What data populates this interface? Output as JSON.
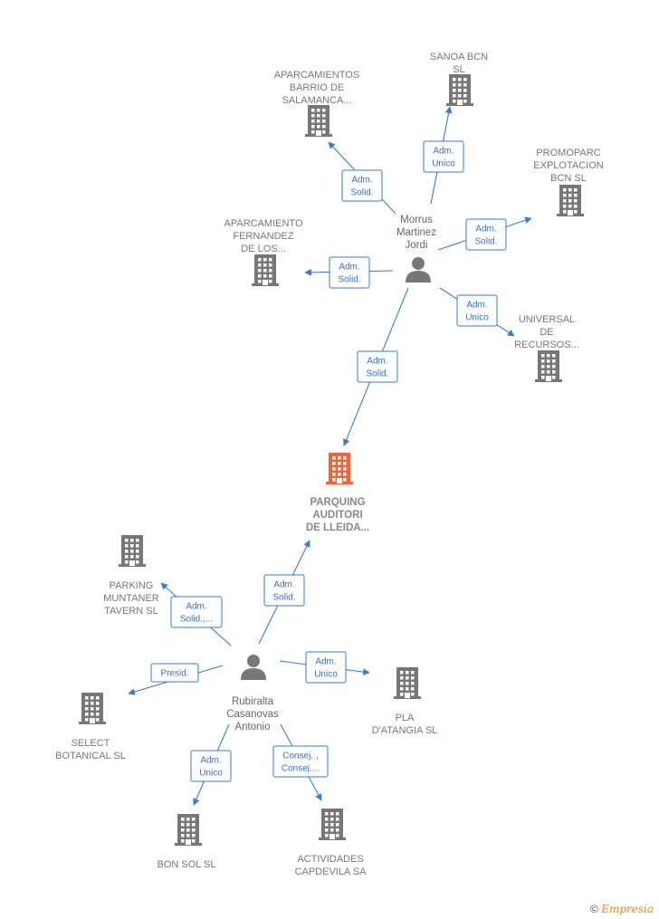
{
  "colors": {
    "edge": "#3a7bd5",
    "building": "#777777",
    "focus_building": "#f0643a",
    "person": "#777777"
  },
  "focus": {
    "name": "focus-company",
    "icon": "building-icon",
    "lines": [
      "PARQUING",
      "AUDITORI",
      "DE LLEIDA..."
    ]
  },
  "persons": [
    {
      "name": "person-morrus",
      "icon": "person-icon",
      "lines": [
        "Morrus",
        "Martinez",
        "Jordi"
      ]
    },
    {
      "name": "person-rubiralta",
      "icon": "person-icon",
      "lines": [
        "Rubiralta",
        "Casanovas",
        "Antonio"
      ]
    }
  ],
  "companies": [
    {
      "name": "company-sanoa",
      "icon": "building-icon",
      "lines": [
        "SANOA BCN",
        "SL"
      ]
    },
    {
      "name": "company-aparcamientos-barrio",
      "icon": "building-icon",
      "lines": [
        "APARCAMIENTOS",
        "BARRIO DE",
        "SALAMANCA..."
      ]
    },
    {
      "name": "company-promoparc",
      "icon": "building-icon",
      "lines": [
        "PROMOPARC",
        "EXPLOTACION",
        "BCN  SL"
      ]
    },
    {
      "name": "company-aparcamiento-fernandez",
      "icon": "building-icon",
      "lines": [
        "APARCAMIENTO",
        "FERNANDEZ",
        "DE LOS..."
      ]
    },
    {
      "name": "company-universal",
      "icon": "building-icon",
      "lines": [
        "UNIVERSAL",
        "DE",
        "RECURSOS..."
      ]
    },
    {
      "name": "company-parking-muntaner",
      "icon": "building-icon",
      "lines": [
        "PARKING",
        "MUNTANER",
        "TAVERN  SL"
      ]
    },
    {
      "name": "company-select-botanical",
      "icon": "building-icon",
      "lines": [
        "SELECT",
        "BOTANICAL SL"
      ]
    },
    {
      "name": "company-pla-atangia",
      "icon": "building-icon",
      "lines": [
        "PLA",
        "D'ATANGIA SL"
      ]
    },
    {
      "name": "company-bon-sol",
      "icon": "building-icon",
      "lines": [
        "BON SOL  SL"
      ]
    },
    {
      "name": "company-actividades-capdevila",
      "icon": "building-icon",
      "lines": [
        "ACTIVIDADES",
        "CAPDEVILA SA"
      ]
    }
  ],
  "edges": [
    {
      "name": "edge-morrus-sanoa",
      "lines": [
        "Adm.",
        "Unico"
      ]
    },
    {
      "name": "edge-morrus-aparcamientos-barrio",
      "lines": [
        "Adm.",
        "Solid."
      ]
    },
    {
      "name": "edge-morrus-promoparc",
      "lines": [
        "Adm.",
        "Solid."
      ]
    },
    {
      "name": "edge-morrus-aparcamiento-fernandez",
      "lines": [
        "Adm.",
        "Solid."
      ]
    },
    {
      "name": "edge-morrus-universal",
      "lines": [
        "Adm.",
        "Unico"
      ]
    },
    {
      "name": "edge-morrus-focus",
      "lines": [
        "Adm.",
        "Solid."
      ]
    },
    {
      "name": "edge-rubiralta-focus",
      "lines": [
        "Adm.",
        "Solid."
      ]
    },
    {
      "name": "edge-rubiralta-parking-muntaner",
      "lines": [
        "Adm.",
        "Solid.,..."
      ]
    },
    {
      "name": "edge-rubiralta-select-botanical",
      "lines": [
        "Presid."
      ]
    },
    {
      "name": "edge-rubiralta-pla-atangia",
      "lines": [
        "Adm.",
        "Unico"
      ]
    },
    {
      "name": "edge-rubiralta-bon-sol",
      "lines": [
        "Adm.",
        "Unico"
      ]
    },
    {
      "name": "edge-rubiralta-actividades-capdevila",
      "lines": [
        "Consej. ,",
        "Consej...."
      ]
    }
  ],
  "footer": {
    "copyright": "©",
    "brand": "Empresia"
  }
}
